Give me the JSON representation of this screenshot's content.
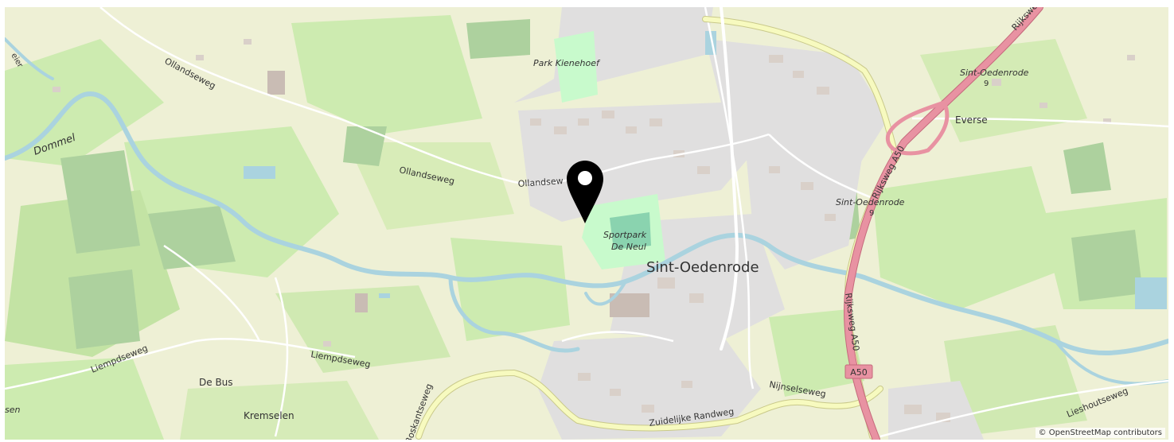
{
  "map": {
    "place_labels": {
      "town": "Sint-Oedenrode",
      "everse": "Everse",
      "de_bus": "De Bus",
      "kremselen": "Kremselen"
    },
    "park_labels": {
      "kienehoef": "Park Kienehoef",
      "sportpark_1": "Sportpark",
      "sportpark_2": "De Neul"
    },
    "water_labels": {
      "dommel": "Dommel"
    },
    "road_labels": {
      "ollandseweg_1": "Ollandseweg",
      "ollandseweg_2": "Ollandseweg",
      "ollandseweg_3": "Ollandsew",
      "liempdseweg_1": "Liempdseweg",
      "liempdseweg_2": "Liempdseweg",
      "zuidelijke": "Zuidelijke Randweg",
      "nijnselseweg": "Nijnselseweg",
      "lieshoutseweg": "Lieshoutseweg",
      "boskantseweg": "Boskantseweg",
      "rijksweg_1": "Rijksweg",
      "rijksweg_a50_1": "Rijksweg A50",
      "rijksweg_a50_2": "Rijksweg A50",
      "a50_shield": "A50",
      "top_left_fragment": "eier",
      "left_edge_fragment": "sen"
    },
    "exit_labels": {
      "exit_top_name": "Sint-Oedenrode",
      "exit_top_num": "9",
      "exit_mid_name": "Sint-Oedenrode",
      "exit_mid_num": "9"
    },
    "attribution": "© OpenStreetMap contributors"
  },
  "colors": {
    "background": "#eef0d5",
    "meadow": "#cdebb0",
    "forest": "#add19e",
    "water": "#aad3df",
    "residential": "#e0dfdf",
    "building": "#d9d0c9",
    "motorway": "#e892a2",
    "primary_road": "#f7fabf",
    "park": "#c8facc",
    "marker": "#000000"
  }
}
